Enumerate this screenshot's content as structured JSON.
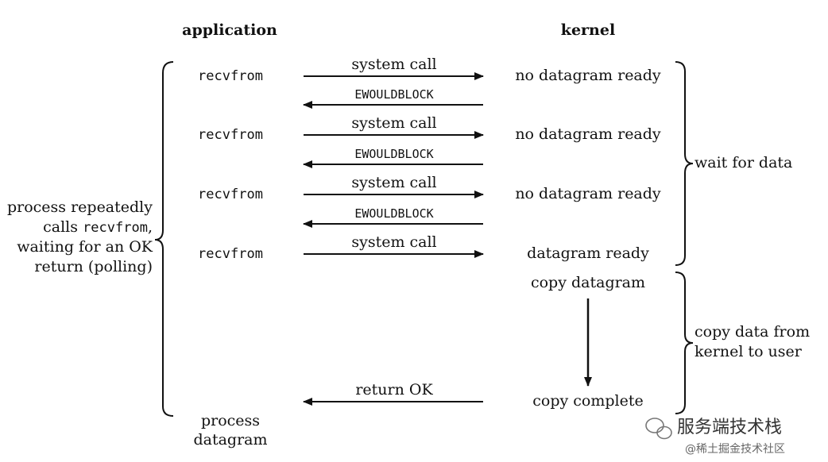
{
  "headers": {
    "application": "application",
    "kernel": "kernel"
  },
  "rows": [
    {
      "app_call": "recvfrom",
      "request": "system call",
      "reply": "EWOULDBLOCK",
      "kernel_state": "no datagram ready"
    },
    {
      "app_call": "recvfrom",
      "request": "system call",
      "reply": "EWOULDBLOCK",
      "kernel_state": "no datagram ready"
    },
    {
      "app_call": "recvfrom",
      "request": "system call",
      "reply": "EWOULDBLOCK",
      "kernel_state": "no datagram ready"
    },
    {
      "app_call": "recvfrom",
      "request": "system call",
      "kernel_state": "datagram ready"
    }
  ],
  "copy": {
    "start": "copy datagram",
    "end": "copy complete",
    "return_label": "return OK"
  },
  "left_note": {
    "line1": "process repeatedly",
    "line2_prefix": "calls ",
    "line2_code": "recvfrom",
    "line2_suffix": ",",
    "line3": "waiting for an OK",
    "line4": "return (polling)"
  },
  "process_datagram": {
    "line1": "process",
    "line2": "datagram"
  },
  "phases": {
    "wait": "wait for data",
    "copy_line1": "copy data from",
    "copy_line2": "kernel to user"
  },
  "watermark": {
    "channel": "服务端技术栈",
    "site": "@稀土掘金技术社区"
  }
}
